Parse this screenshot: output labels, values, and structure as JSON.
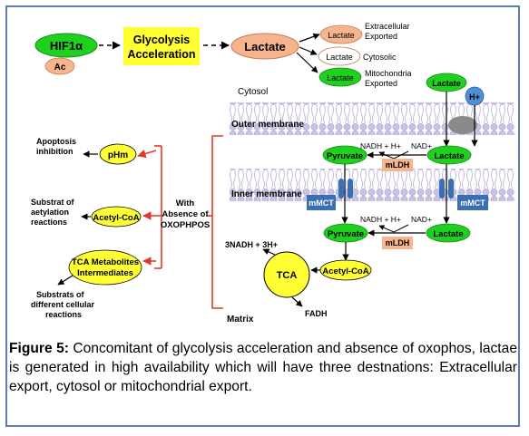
{
  "labels": {
    "hif1a": "HIF1α",
    "ac": "Ac",
    "glycolysis_1": "Glycolysis",
    "glycolysis_2": "Acceleration",
    "lactate_main": "Lactate",
    "lactate_ext": "Lactate",
    "ext_1": "Extracellular",
    "ext_2": "Exported",
    "lactate_cyt": "Lactate",
    "cytosolic": "Cytosolic",
    "lactate_mito": "Lactate",
    "mito_1": "Mitochondria",
    "mito_2": "Exported",
    "cytosol": "Cytosol",
    "lactate_top": "Lactate",
    "hplus": "H+",
    "outer_membrane": "Outer membrane",
    "nadh_1": "NADH + H+",
    "nad_1": "NAD+",
    "pyruvate_1": "Pyruvate",
    "lactate_mid": "Lactate",
    "mldh_1": "mLDH",
    "inner_membrane": "Inner membrane",
    "mmct_left": "mMCT",
    "mmct_right": "mMCT",
    "nadh_2": "NADH + H+",
    "nad_2": "NAD+",
    "pyruvate_2": "Pyruvate",
    "lactate_bottom": "Lactate",
    "mldh_2": "mLDH",
    "nadh3": "3NADH + 3H+",
    "tca": "TCA",
    "acetyl_coa_right": "Acetyl-CoA",
    "fadh": "FADH",
    "matrix": "Matrix",
    "apoptosis_1": "Apoptosis",
    "apoptosis_2": "inhibition",
    "phm": "pHm",
    "substrat_1": "Substrat of",
    "substrat_2": "aetylation",
    "substrat_3": "reactions",
    "acetyl_coa_left": "Acetyl-CoA",
    "tca_met_1": "TCA Metabolites",
    "tca_met_2": "Intermediates",
    "substrates_1": "Substrats of",
    "substrates_2": "different cellular",
    "substrates_3": "reactions",
    "with_1": "With",
    "with_2": "Absence of",
    "with_3": "OXOPHPOS"
  },
  "caption": {
    "label": "Figure 5:",
    "text": " Concomitant of glycolysis acceleration and absence of oxophos, lactae is generated in high availability which will have three destnations: Extracellular export, cytosol or mitochondrial export."
  },
  "colors": {
    "green": "#1fd01f",
    "yellow": "#ffff33",
    "salmon": "#f6b48f",
    "blue_node": "#4f8fd8",
    "mmct": "#3a6fb4",
    "membrane": "#c9c2e6",
    "red": "#e23b2a",
    "frame": "#5b7fb0"
  }
}
